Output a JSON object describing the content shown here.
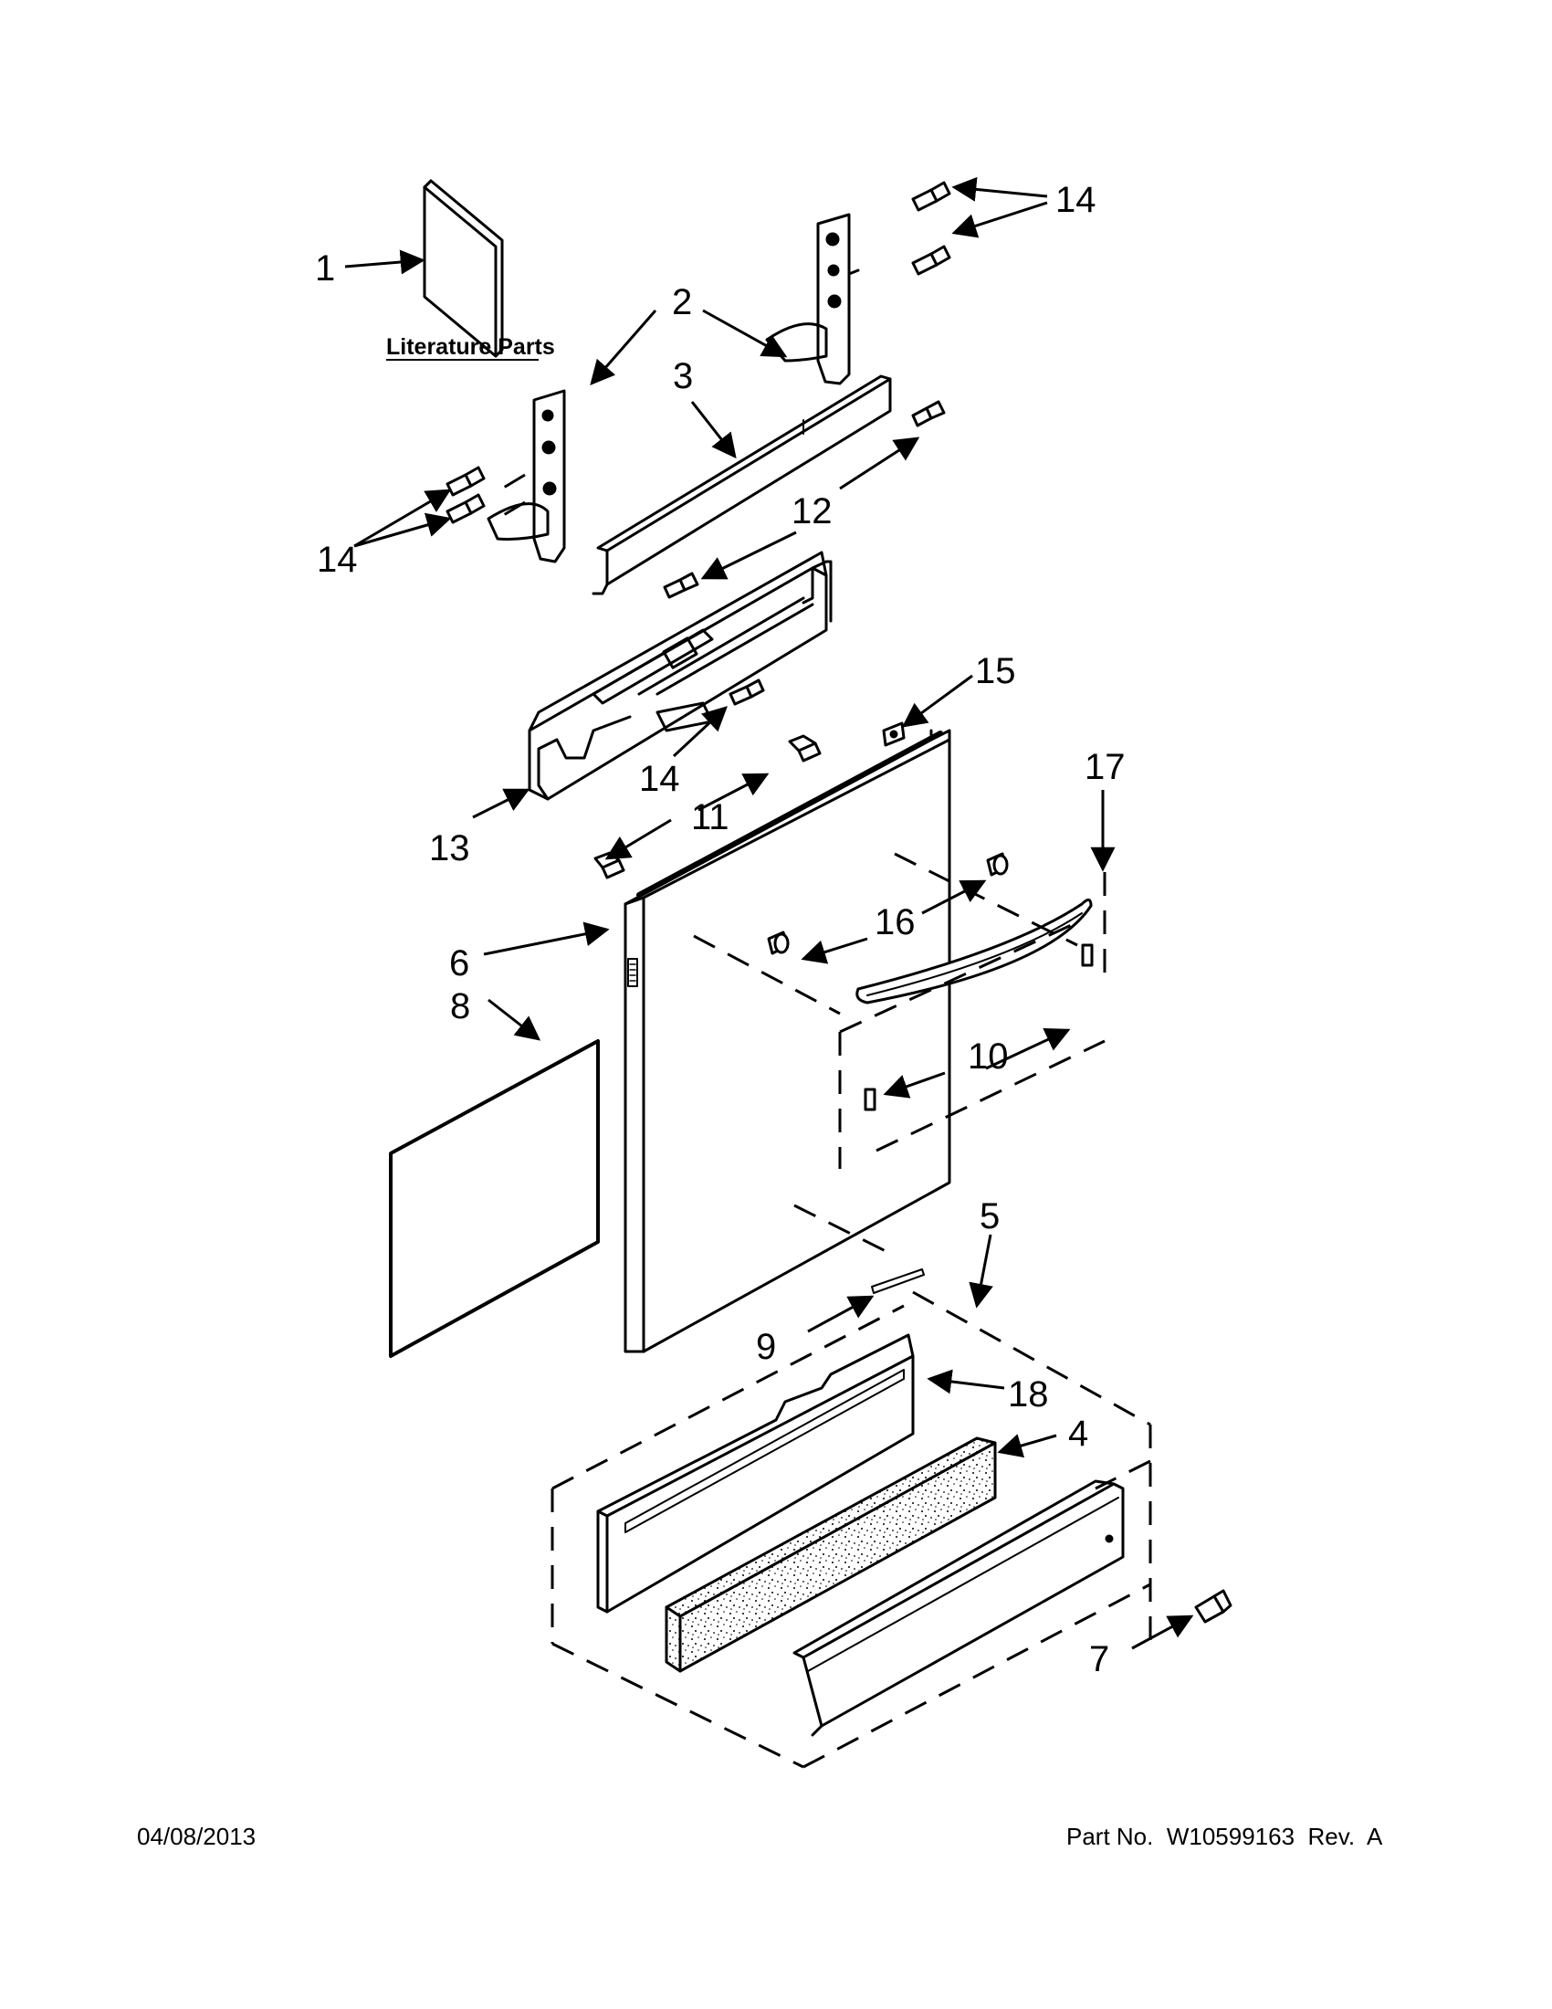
{
  "diagram": {
    "literature_label": "Literature Parts",
    "callouts": {
      "c1": "1",
      "c2": "2",
      "c3": "3",
      "c4": "4",
      "c5": "5",
      "c6": "6",
      "c7": "7",
      "c8": "8",
      "c9": "9",
      "c10": "10",
      "c11": "11",
      "c12": "12",
      "c13": "13",
      "c14a": "14",
      "c14b": "14",
      "c14c": "14",
      "c15": "15",
      "c16": "16",
      "c17": "17",
      "c18": "18"
    }
  },
  "footer": {
    "date": "04/08/2013",
    "part_prefix": "Part No.",
    "part_number": "W10599163",
    "revision": "Rev.  A"
  }
}
